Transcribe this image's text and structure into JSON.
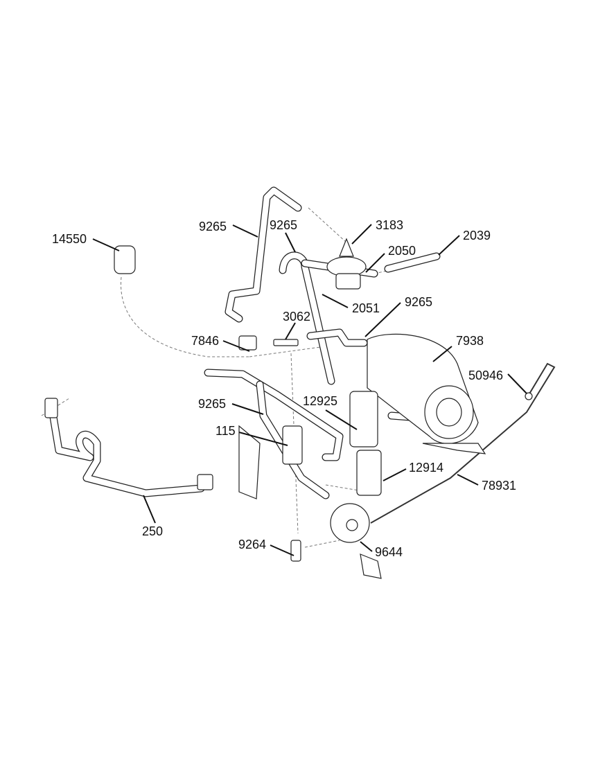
{
  "diagram": {
    "callouts": [
      {
        "id": "14550",
        "label": "14550"
      },
      {
        "id": "9265-a",
        "label": "9265"
      },
      {
        "id": "9265-b",
        "label": "9265"
      },
      {
        "id": "3183",
        "label": "3183"
      },
      {
        "id": "2039",
        "label": "2039"
      },
      {
        "id": "2050",
        "label": "2050"
      },
      {
        "id": "2051",
        "label": "2051"
      },
      {
        "id": "9265-c",
        "label": "9265"
      },
      {
        "id": "3062",
        "label": "3062"
      },
      {
        "id": "7846",
        "label": "7846"
      },
      {
        "id": "7938",
        "label": "7938"
      },
      {
        "id": "50946",
        "label": "50946"
      },
      {
        "id": "9265-d",
        "label": "9265"
      },
      {
        "id": "12925",
        "label": "12925"
      },
      {
        "id": "115",
        "label": "115"
      },
      {
        "id": "12914",
        "label": "12914"
      },
      {
        "id": "78931",
        "label": "78931"
      },
      {
        "id": "250",
        "label": "250"
      },
      {
        "id": "9264",
        "label": "9264"
      },
      {
        "id": "9644",
        "label": "9644"
      }
    ]
  }
}
